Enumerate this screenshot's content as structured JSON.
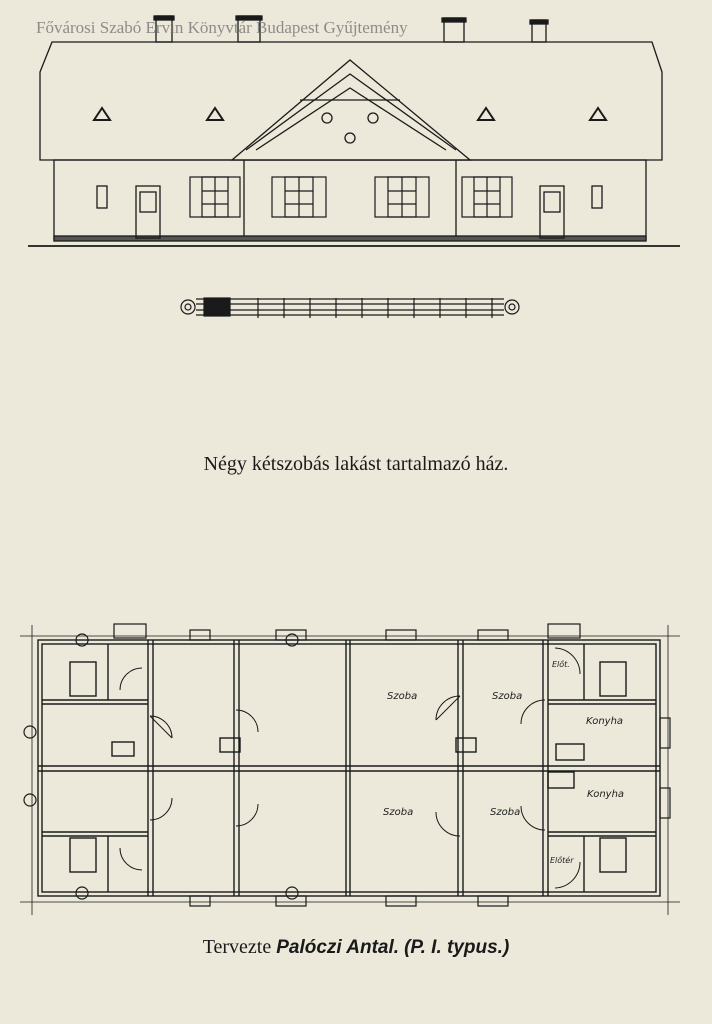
{
  "watermark": "Fővárosi Szabó Ervin Könyvtár Budapest Gyűjtemény",
  "caption_top": "Négy kétszobás lakást tartalmazó ház.",
  "caption_bottom": {
    "prefix": "Tervezte",
    "author": "Palóczi Antal.",
    "type": "(P. I. typus.)"
  },
  "floor_plan": {
    "rooms": {
      "szoba_1": "Szoba",
      "szoba_2": "Szoba",
      "szoba_3": "Szoba",
      "szoba_4": "Szoba",
      "konyha_1": "Konyha",
      "konyha_2": "Konyha",
      "eloter_1": "Előt.",
      "eloter_2": "Előtér"
    }
  }
}
